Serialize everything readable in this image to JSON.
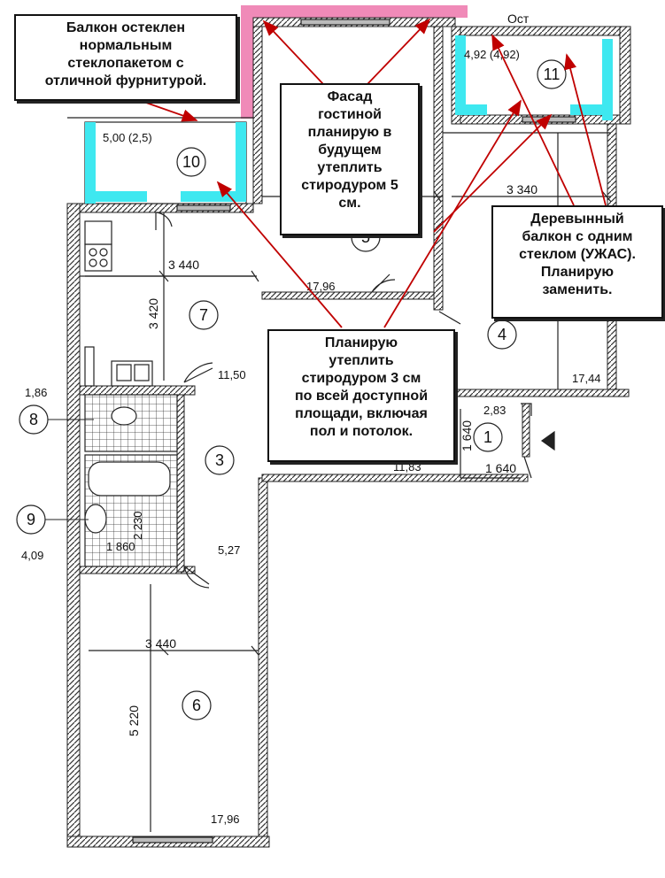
{
  "rooms": {
    "r1": "1",
    "r3": "3",
    "r4": "4",
    "r5": "5",
    "r6": "6",
    "r7": "7",
    "r8": "8",
    "r9": "9",
    "r10": "10",
    "r11": "11"
  },
  "dimensions": {
    "ost": "Ост",
    "balcony11_area": "4,92 (4,92)",
    "balcony10_area": "5,00 (2,5)",
    "room4_width": "3 340",
    "room7_width": "3 440",
    "room7_height": "3 420",
    "room5_area": "17,96",
    "room7_area": "11,50",
    "room4_area": "17,44",
    "room1_area": "2,83",
    "room1_height": "1 640",
    "room1_width": "1 640",
    "hall_area": "11,83",
    "wc_area": "1,86",
    "bath_area": "4,09",
    "bath_height": "2 230",
    "bath_width": "1 860",
    "corridor_area": "5,27",
    "room6_width": "3 440",
    "room6_height": "5 220",
    "room6_area": "17,96"
  },
  "callouts": {
    "balcony_glazed": "Балкон остеклен\nнормальным\nстеклопакетом с\nотличной фурнитурой.",
    "facade": "Фасад\nгостиной\nпланирую в\nбудущем\nутеплить\nстиродуром 5\nсм.",
    "wooden_balcony": "Деревынный\nбалкон с одним\nстеклом (УЖАС).\nПланирую\nзаменить.",
    "insulate": "Планирую\nутеплить\nстиродуром 3 см\nпо всей доступной\nплощади, включая\nпол и потолок."
  },
  "colors": {
    "wall": "#222222",
    "insulation_cyan": "#3ee8f0",
    "facade_pink": "#f08ab8",
    "arrow_red": "#c00000"
  }
}
